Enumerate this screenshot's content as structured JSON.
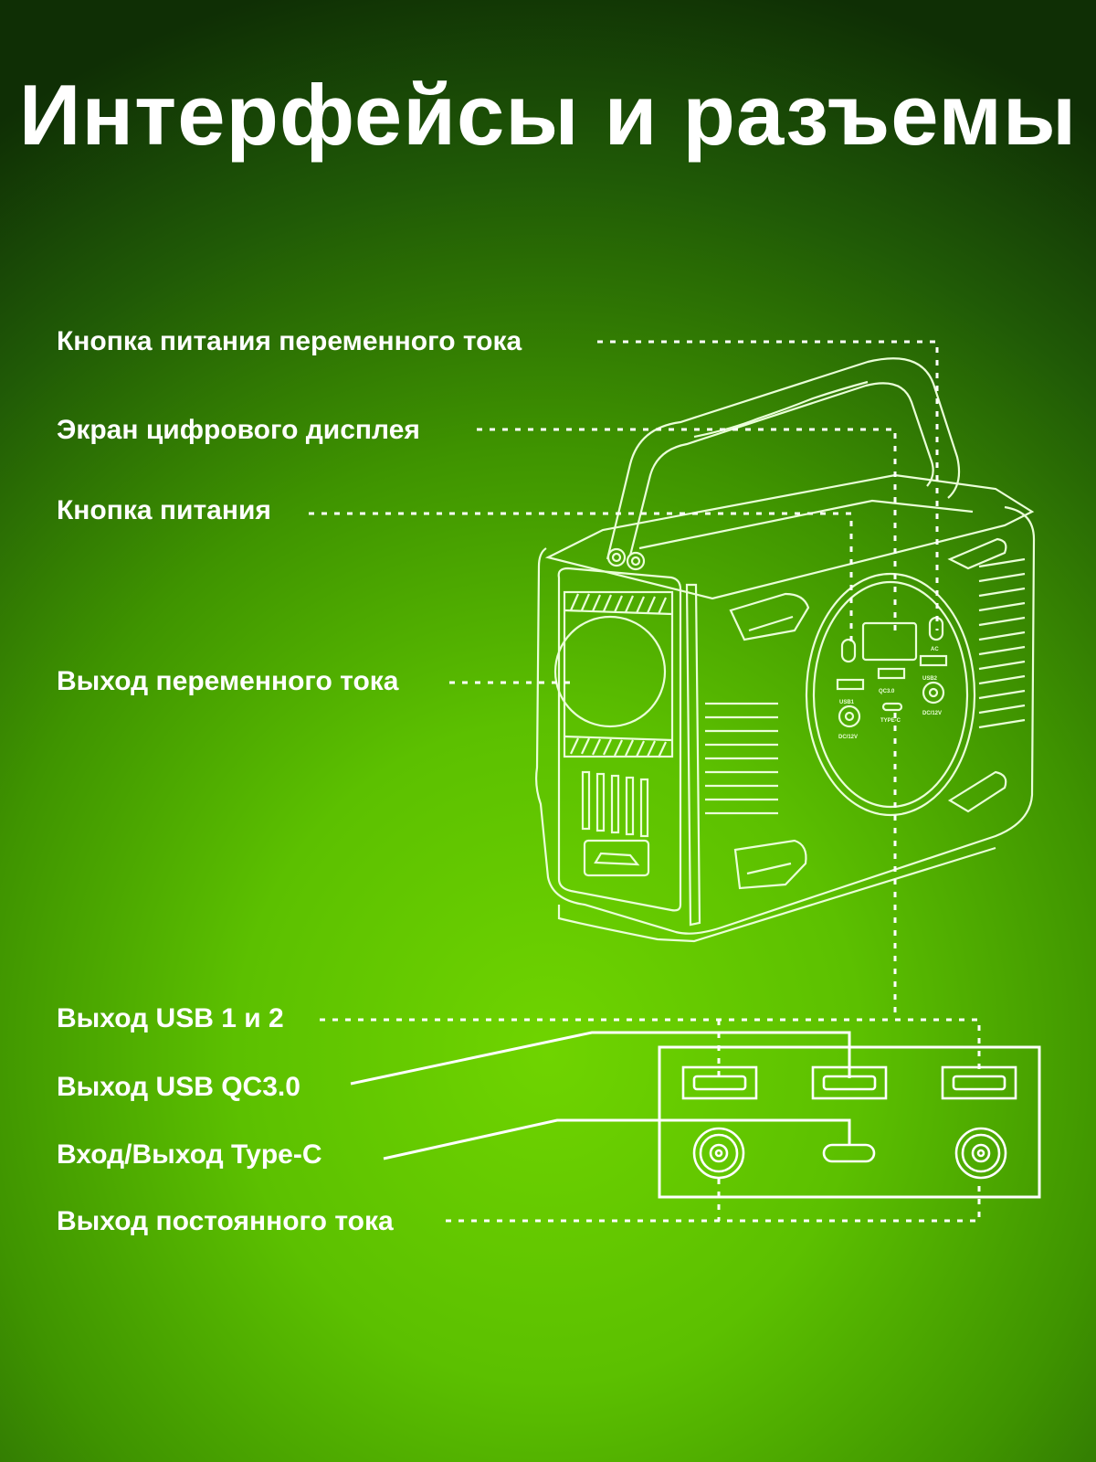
{
  "title": "Интерфейсы и разъемы",
  "labels": {
    "ac_power_button": "Кнопка питания переменного тока",
    "digital_display": "Экран цифрового дисплея",
    "power_button": "Кнопка питания",
    "ac_output": "Выход переменного тока",
    "usb_1_2": "Выход USB 1 и 2",
    "usb_qc30": "Выход USB QC3.0",
    "type_c": "Вход/Выход Type-C",
    "dc_output": "Выход постоянного тока"
  },
  "panel_marks": {
    "usb1": "USB1",
    "qc30": "QC3.0",
    "usb2": "USB2",
    "typec": "TYPE-C",
    "dc_left": "DC/12V",
    "dc_right": "DC/12V",
    "ac": "AC"
  },
  "colors": {
    "background_center": "#6fd400",
    "background_edge": "#0f2f05",
    "line": "#ffffff"
  }
}
